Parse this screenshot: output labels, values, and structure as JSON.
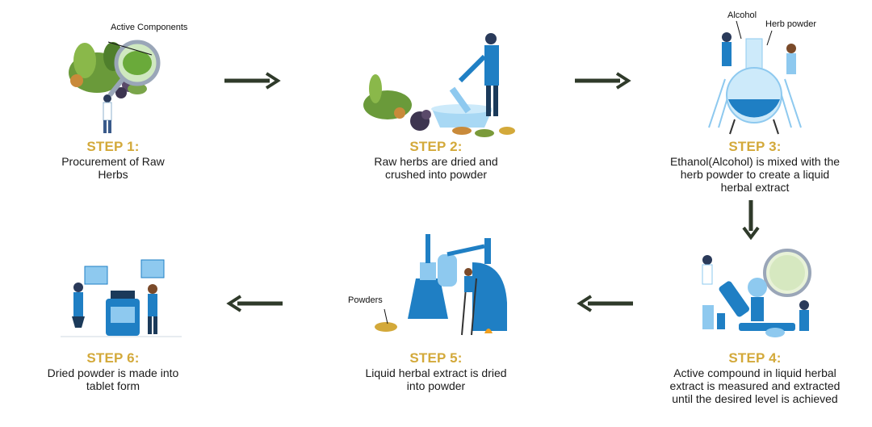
{
  "steps": [
    {
      "title": "STEP 1:",
      "desc": "Procurement of Raw Herbs",
      "callouts": [
        "Active Components"
      ]
    },
    {
      "title": "STEP 2:",
      "desc": "Raw herbs are dried and crushed into powder",
      "callouts": []
    },
    {
      "title": "STEP 3:",
      "desc": "Ethanol(Alcohol) is mixed with the herb powder to create a liquid herbal extract",
      "callouts": [
        "Alcohol",
        "Herb powder"
      ]
    },
    {
      "title": "STEP 4:",
      "desc": "Active compound in liquid herbal extract is measured and extracted until the desired level is achieved",
      "callouts": []
    },
    {
      "title": "STEP 5:",
      "desc": "Liquid herbal extract is dried into powder",
      "callouts": [
        "Powders"
      ]
    },
    {
      "title": "STEP 6:",
      "desc": "Dried powder is made into tablet form",
      "callouts": []
    }
  ],
  "colors": {
    "title": "#d3a93a",
    "arrow": "#2f3a2a",
    "blue": "#1f7fc4",
    "light_blue": "#8ec9ef",
    "green": "#5a8f3a"
  }
}
